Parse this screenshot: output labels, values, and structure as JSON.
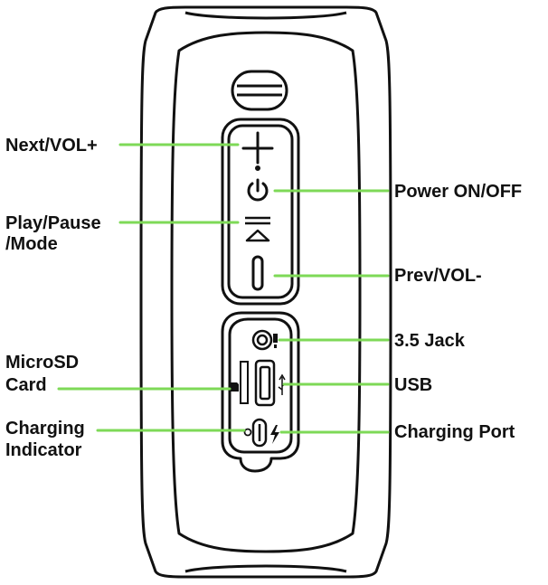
{
  "colors": {
    "callout_line": "#7ed957",
    "outline": "#111111",
    "background": "#ffffff"
  },
  "labels": {
    "next_vol_plus": "Next/VOL+",
    "power_on_off": "Power ON/OFF",
    "play_pause_line1": "Play/Pause",
    "play_pause_line2": "/Mode",
    "prev_vol_minus": "Prev/VOL-",
    "jack_35": "3.5 Jack",
    "microsd_line1": "MicroSD",
    "microsd_line2": "Card",
    "usb": "USB",
    "charging_indicator_line1": "Charging",
    "charging_indicator_line2": "Indicator",
    "charging_port": "Charging Port"
  },
  "icons": {
    "plus": "plus-icon",
    "power": "power-icon",
    "play_mode": "menu-triangle-icon",
    "minus": "minus-icon",
    "headphone": "headphone-jack-icon",
    "sd_card": "sd-card-icon",
    "usb": "usb-icon",
    "lightning": "lightning-icon"
  }
}
